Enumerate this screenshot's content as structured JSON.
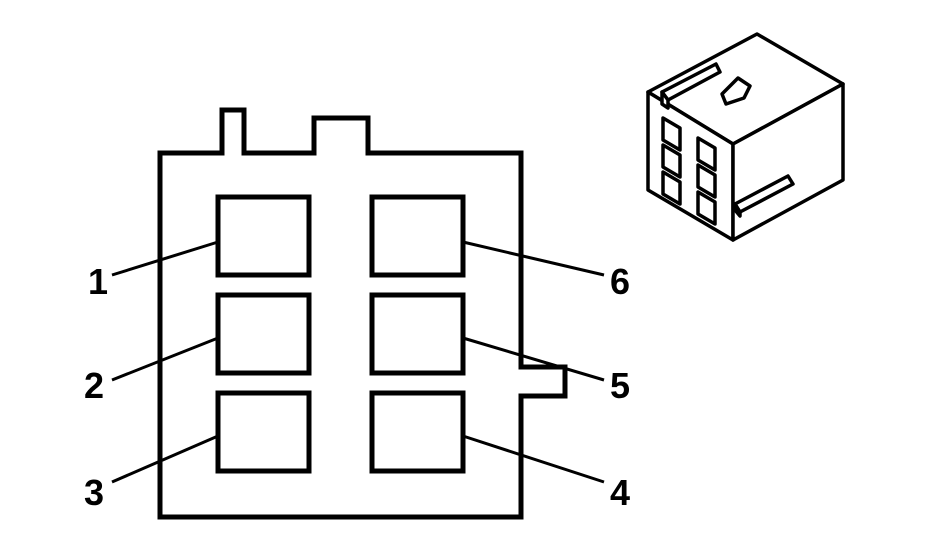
{
  "connector": {
    "pins": [
      {
        "number": "1"
      },
      {
        "number": "2"
      },
      {
        "number": "3"
      },
      {
        "number": "4"
      },
      {
        "number": "5"
      },
      {
        "number": "6"
      }
    ]
  },
  "colors": {
    "line": "#000000",
    "background": "#ffffff"
  }
}
